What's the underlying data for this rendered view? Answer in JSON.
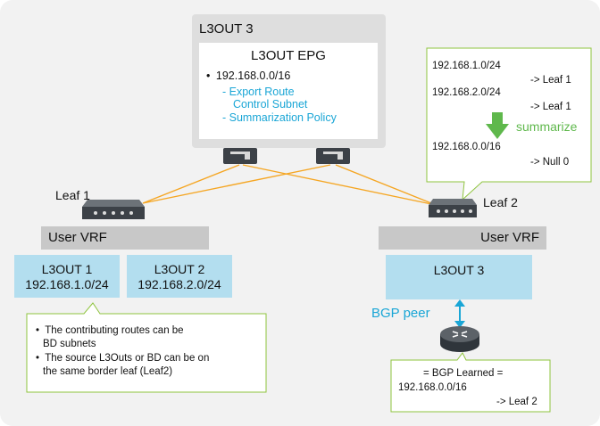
{
  "l3out3_top": {
    "title": "L3OUT 3",
    "epg_title": "L3OUT EPG",
    "subnet": "192.168.0.0/16",
    "attr1_line1": "- Export Route",
    "attr1_line2": "Control Subnet",
    "attr2": "- Summarization Policy"
  },
  "route_box": {
    "route1": "192.168.1.0/24",
    "route1_next": "-> Leaf 1",
    "route2": "192.168.2.0/24",
    "route2_next": "-> Leaf 1",
    "summarize_label": "summarize",
    "route3": "192.168.0.0/16",
    "route3_next": "-> Null 0"
  },
  "leaf1_label": "Leaf 1",
  "leaf2_label": "Leaf 2",
  "vrf_left": "User VRF",
  "vrf_right": "User VRF",
  "l3out1": {
    "name": "L3OUT 1",
    "subnet": "192.168.1.0/24"
  },
  "l3out2": {
    "name": "L3OUT 2",
    "subnet": "192.168.2.0/24"
  },
  "l3out3_bottom": {
    "name": "L3OUT 3"
  },
  "bgp_peer_label": "BGP peer",
  "note": {
    "b1_line1": "The contributing routes can be",
    "b1_line2": "BD subnets",
    "b2_line1": "The source L3Outs or BD can be on",
    "b2_line2": "the same border leaf (Leaf2)",
    "bullet": "•"
  },
  "bgp_box": {
    "title": "= BGP Learned =",
    "route": "192.168.0.0/16",
    "next": "-> Leaf 2"
  },
  "colors": {
    "link": "#f5a623",
    "accent_cyan": "#1aa6d6",
    "accent_green": "#5fb84c",
    "l3out_fill": "#b3deef"
  },
  "icons": [
    "switch-icon",
    "router-icon",
    "down-arrow-icon",
    "double-arrow-icon"
  ]
}
